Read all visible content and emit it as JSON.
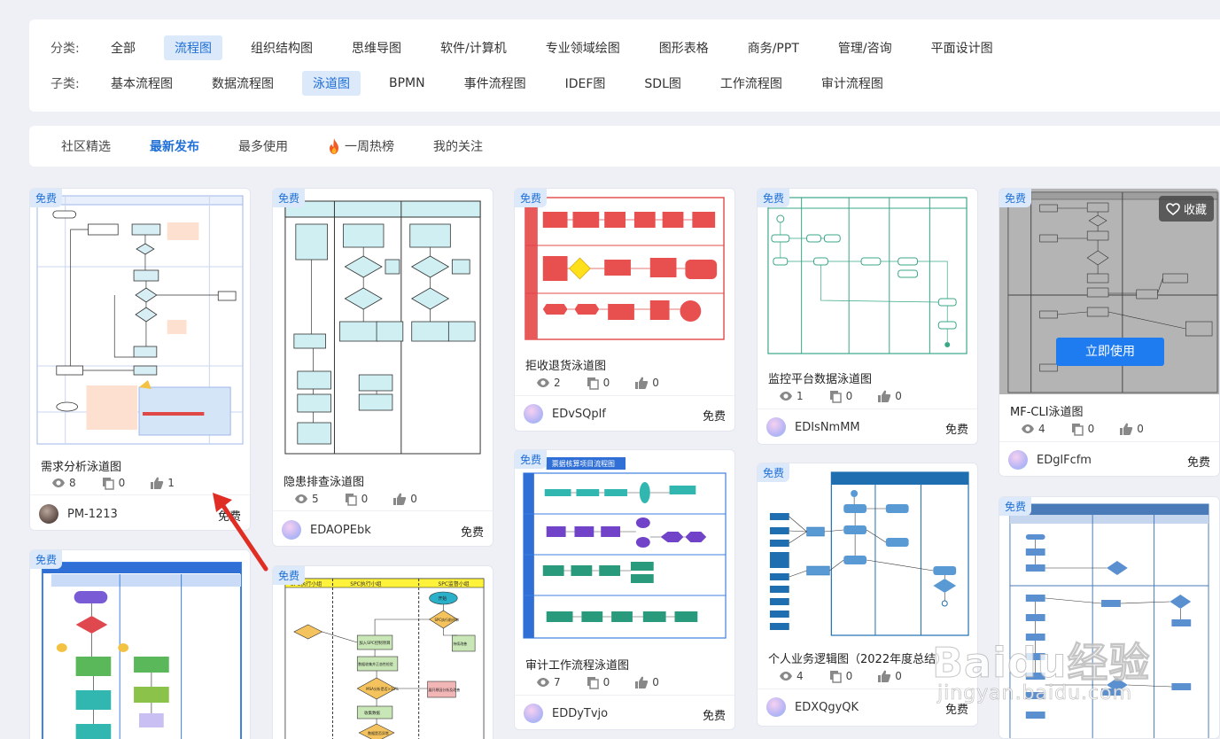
{
  "filters": {
    "category_label": "分类:",
    "categories": [
      "全部",
      "流程图",
      "组织结构图",
      "思维导图",
      "软件/计算机",
      "专业领域绘图",
      "图形表格",
      "商务/PPT",
      "管理/咨询",
      "平面设计图"
    ],
    "category_active": "流程图",
    "subcategory_label": "子类:",
    "subcategories": [
      "基本流程图",
      "数据流程图",
      "泳道图",
      "BPMN",
      "事件流程图",
      "IDEF图",
      "SDL图",
      "工作流程图",
      "审计流程图"
    ],
    "subcategory_active": "泳道图"
  },
  "sort": {
    "tabs": [
      "社区精选",
      "最新发布",
      "最多使用",
      "一周热榜",
      "我的关注"
    ],
    "active": "最新发布"
  },
  "badge": "免费",
  "hover": {
    "fav_label": "收藏",
    "use_label": "立即使用"
  },
  "cards": [
    {
      "title": "需求分析泳道图",
      "views": "8",
      "copies": "0",
      "likes": "1",
      "author": "PM-1213",
      "price": "免费"
    },
    {
      "title": "隐患排查泳道图",
      "views": "5",
      "copies": "0",
      "likes": "0",
      "author": "EDAOPEbk",
      "price": "免费"
    },
    {
      "title": "拒收退货泳道图",
      "views": "2",
      "copies": "0",
      "likes": "0",
      "author": "EDvSQplf",
      "price": "免费"
    },
    {
      "title": "监控平台数据泳道图",
      "views": "1",
      "copies": "0",
      "likes": "0",
      "author": "EDIsNmMM",
      "price": "免费"
    },
    {
      "title": "MF-CLI泳道图",
      "views": "4",
      "copies": "0",
      "likes": "0",
      "author": "EDglFcfm",
      "price": "免费"
    },
    {
      "title": "审计工作流程泳道图",
      "views": "7",
      "copies": "0",
      "likes": "0",
      "author": "EDDyTvjo",
      "price": "免费"
    },
    {
      "title": "个人业务逻辑图（2022年度总结）",
      "views": "4",
      "copies": "0",
      "likes": "0",
      "author": "EDXQgyQK",
      "price": "免费"
    }
  ],
  "thumb_text": {
    "c6_header": "票据核算项目流程图",
    "c7_lanes": [
      "SPC执行小组",
      "SPC执行小组",
      "SPC监督小组"
    ],
    "c7_boxes": [
      "开始",
      "SPC执行前评审",
      "加入SPC控制项目",
      "数据收集并正态性检验",
      "MSA分析是否>10%",
      "展开原因分析及改善",
      "收集数据",
      "数据是否异常",
      "持续改善"
    ]
  },
  "watermark": {
    "main": "Baidu经验",
    "sub": "jingyan.baidu.com"
  },
  "colors": {
    "accent": "#1f6fd6",
    "active_bg": "#dbe9fb",
    "button": "#1f7cf0"
  }
}
